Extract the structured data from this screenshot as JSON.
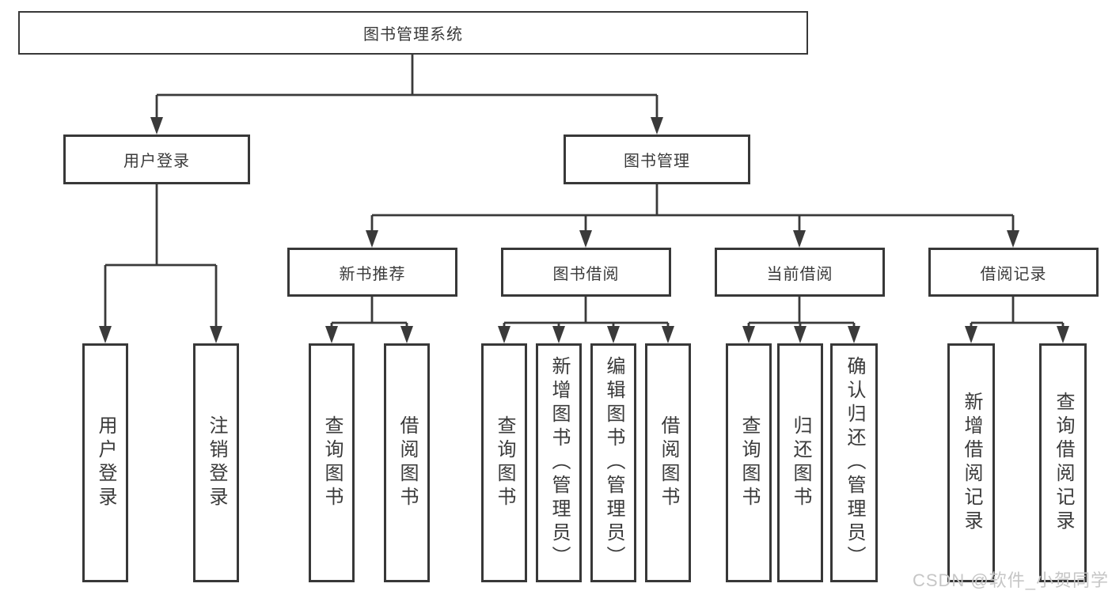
{
  "diagram": {
    "title": "图书管理系统",
    "login": {
      "label": "用户登录",
      "children": [
        "用户登录",
        "注销登录"
      ]
    },
    "management": {
      "label": "图书管理",
      "groups": [
        {
          "label": "新书推荐",
          "children": [
            "查询图书",
            "借阅图书"
          ]
        },
        {
          "label": "图书借阅",
          "children": [
            "查询图书",
            "新增图书（管理员）",
            "编辑图书（管理员）",
            "借阅图书"
          ]
        },
        {
          "label": "当前借阅",
          "children": [
            "查询图书",
            "归还图书",
            "确认归还（管理员）"
          ]
        },
        {
          "label": "借阅记录",
          "children": [
            "新增借阅记录",
            "查询借阅记录"
          ]
        }
      ]
    }
  },
  "watermark": {
    "text": "CSDN @软件_小贺同学"
  },
  "colors": {
    "line": "#3a3a3a",
    "box_border": "#383838",
    "text": "#3a3a3a",
    "watermark": "#c6c6c6",
    "background": "#ffffff"
  }
}
